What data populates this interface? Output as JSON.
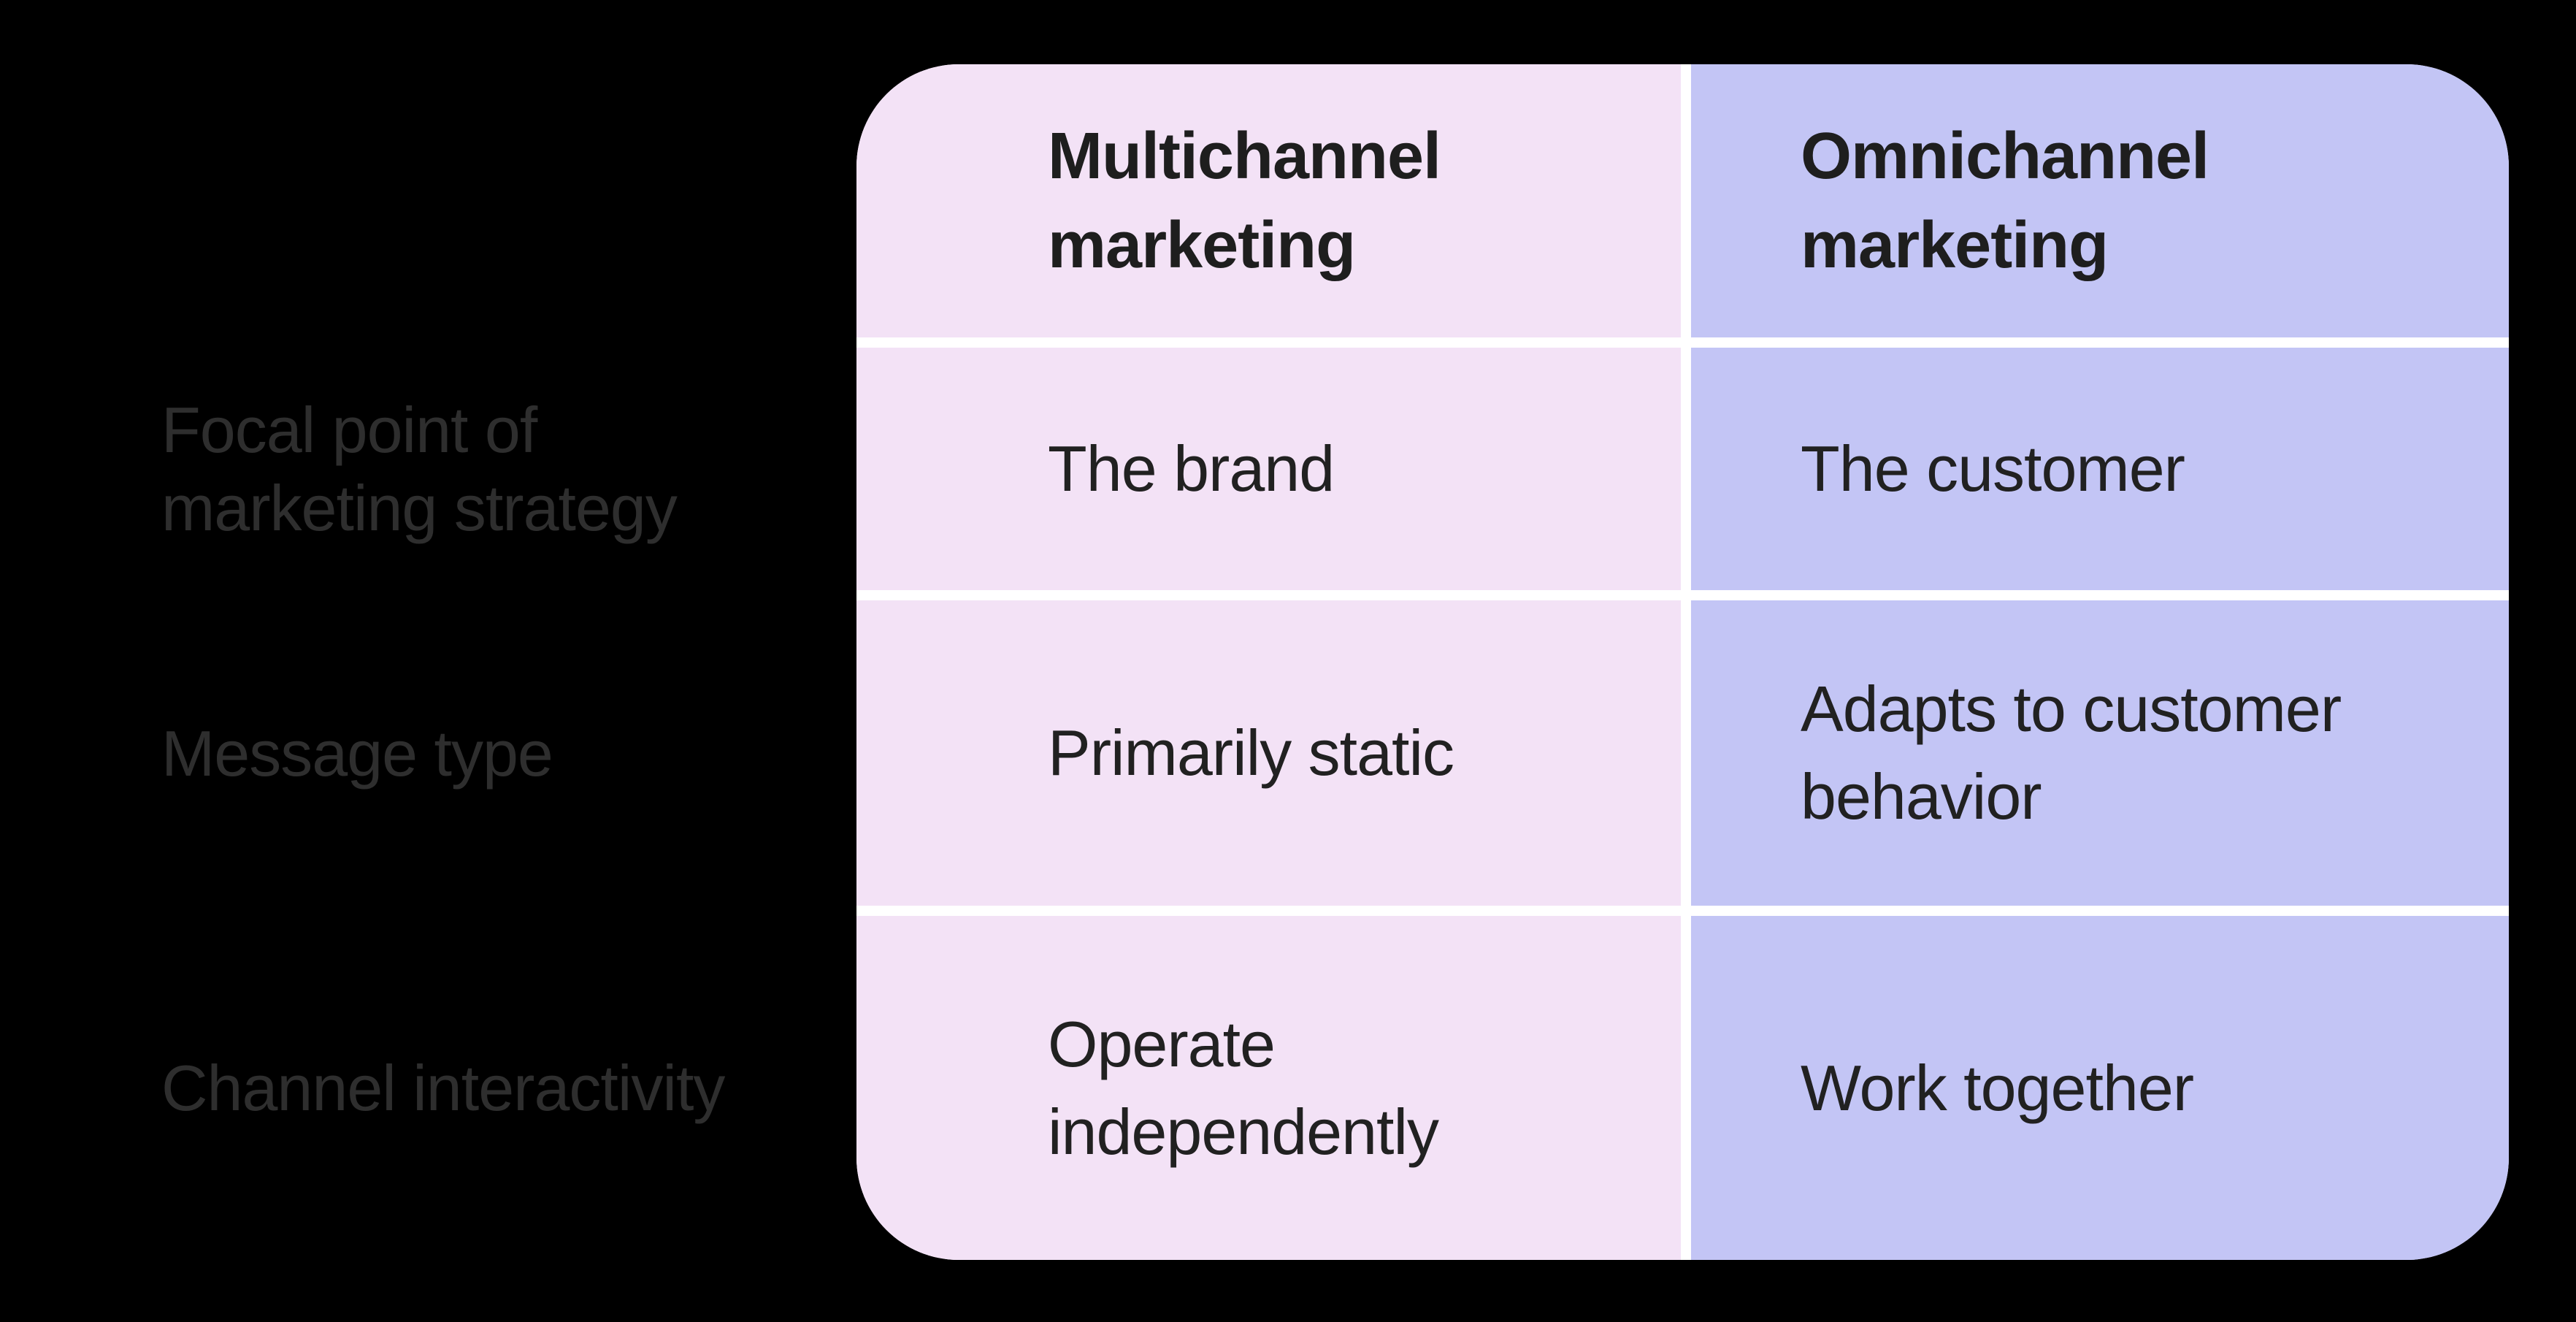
{
  "background_color": "#000000",
  "table": {
    "divider_color": "#ffffff",
    "header_text_color": "#1e1e1e",
    "cell_text_color": "#212121",
    "label_text_color": "#2e2e2e",
    "columns": [
      {
        "id": "multichannel",
        "header": "Multichannel\nmarketing",
        "color": "#f3e2f6"
      },
      {
        "id": "omnichannel",
        "header": "Omnichannel\nmarketing",
        "color": "#c3c5f5"
      }
    ],
    "rows": [
      {
        "label": "Focal point of\nmarketing strategy",
        "multichannel": "The brand",
        "omnichannel": "The customer"
      },
      {
        "label": "Message type",
        "multichannel": "Primarily static",
        "omnichannel": "Adapts to customer\nbehavior"
      },
      {
        "label": "Channel interactivity",
        "multichannel": "Operate\nindependently",
        "omnichannel": "Work together"
      }
    ]
  }
}
